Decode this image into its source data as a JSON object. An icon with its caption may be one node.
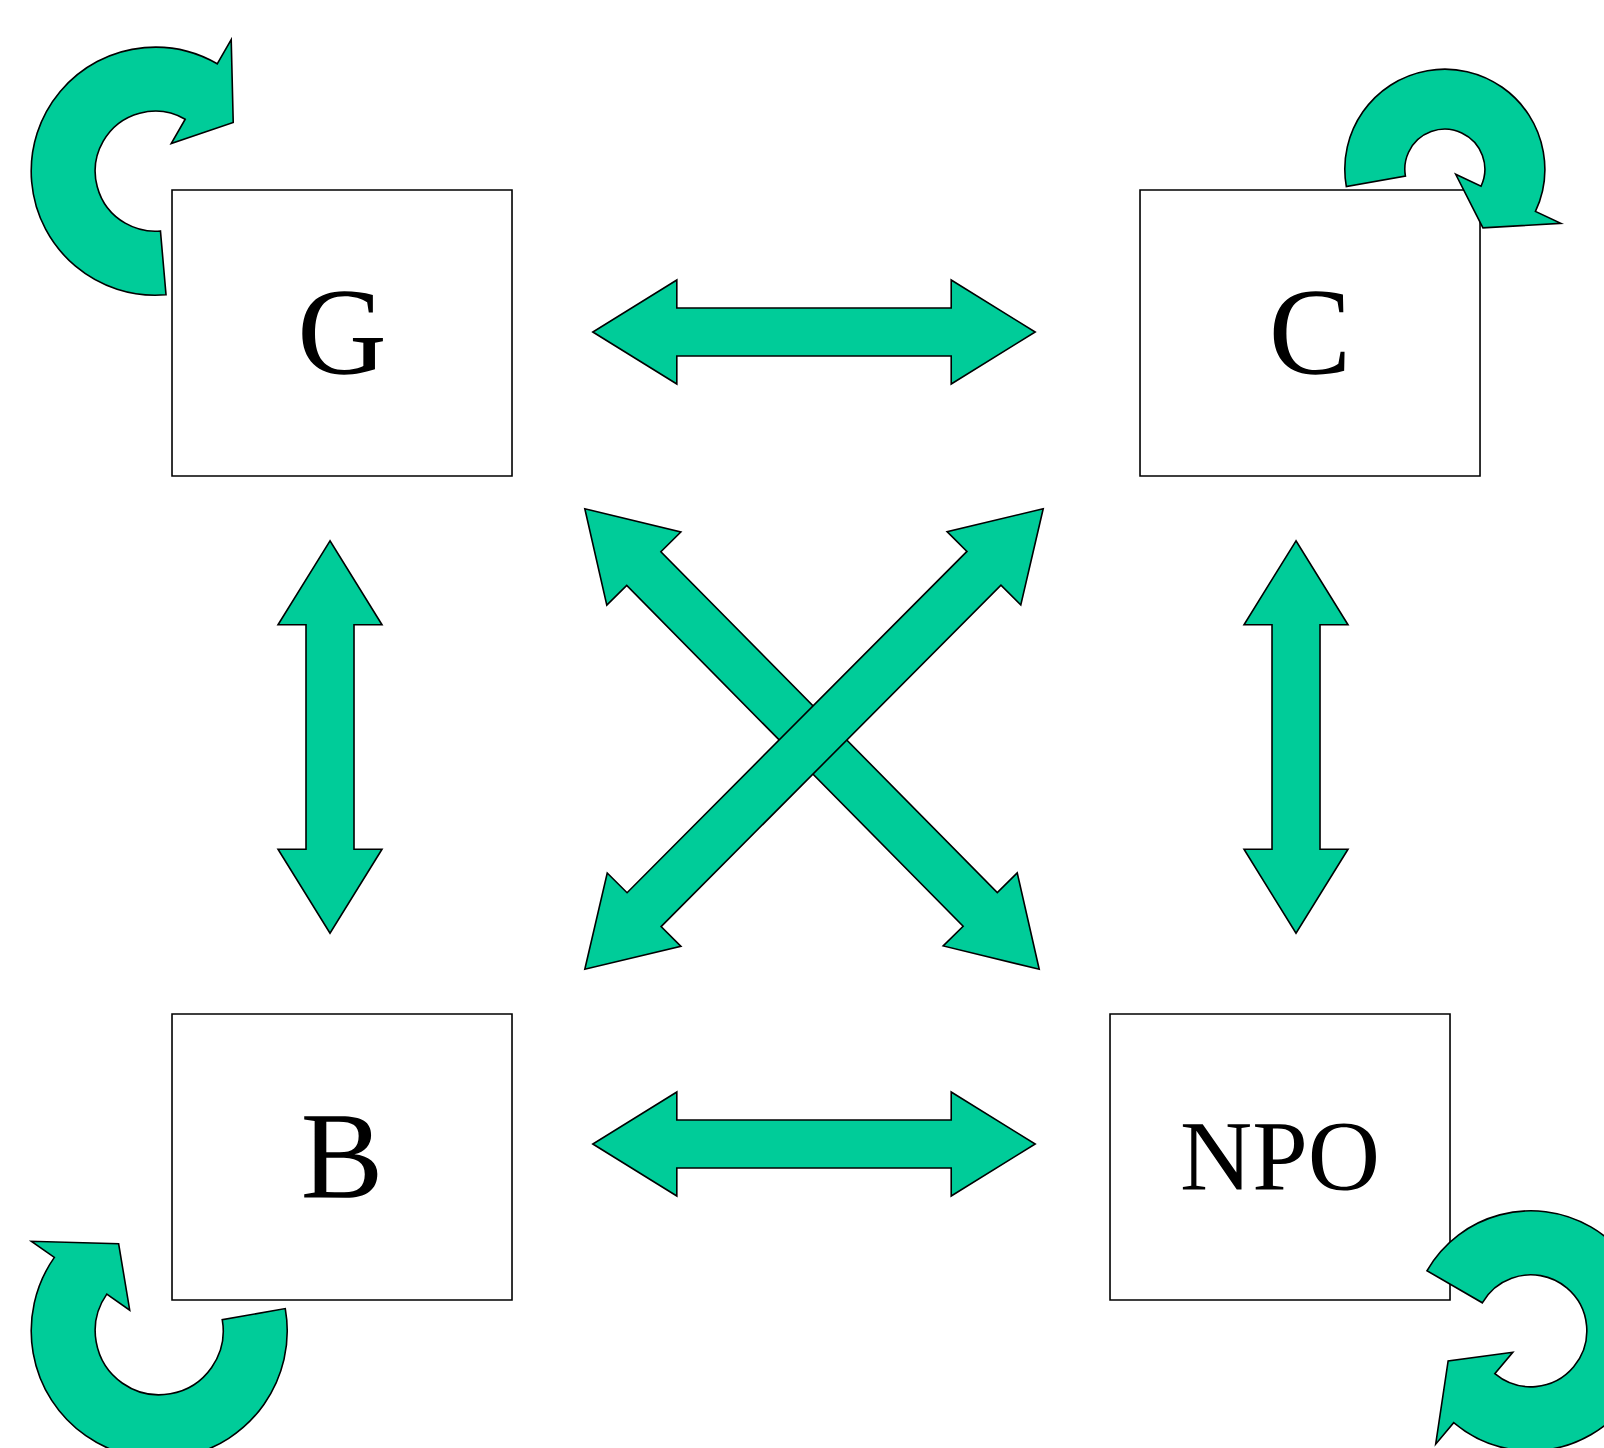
{
  "diagram": {
    "nodes": [
      {
        "text": [
          "G"
        ]
      },
      {
        "text": [
          "C"
        ]
      },
      {
        "text": [
          "B"
        ]
      },
      {
        "text": [
          "NPO"
        ]
      }
    ],
    "edges": [
      {
        "from": 0,
        "to": 1,
        "arrow": "both"
      },
      {
        "from": 0,
        "to": 2,
        "arrow": "both"
      },
      {
        "from": 1,
        "to": 3,
        "arrow": "both"
      },
      {
        "from": 0,
        "to": 3,
        "arrow": "both"
      },
      {
        "from": 1,
        "to": 2,
        "arrow": "both"
      },
      {
        "from": 2,
        "to": 3,
        "arrow": "both"
      },
      {
        "from": 0,
        "to": 0,
        "arrow": "to"
      },
      {
        "from": 1,
        "to": 1,
        "arrow": "to"
      },
      {
        "from": 2,
        "to": 2,
        "arrow": "to"
      },
      {
        "from": 3,
        "to": 3,
        "arrow": "to"
      }
    ]
  }
}
